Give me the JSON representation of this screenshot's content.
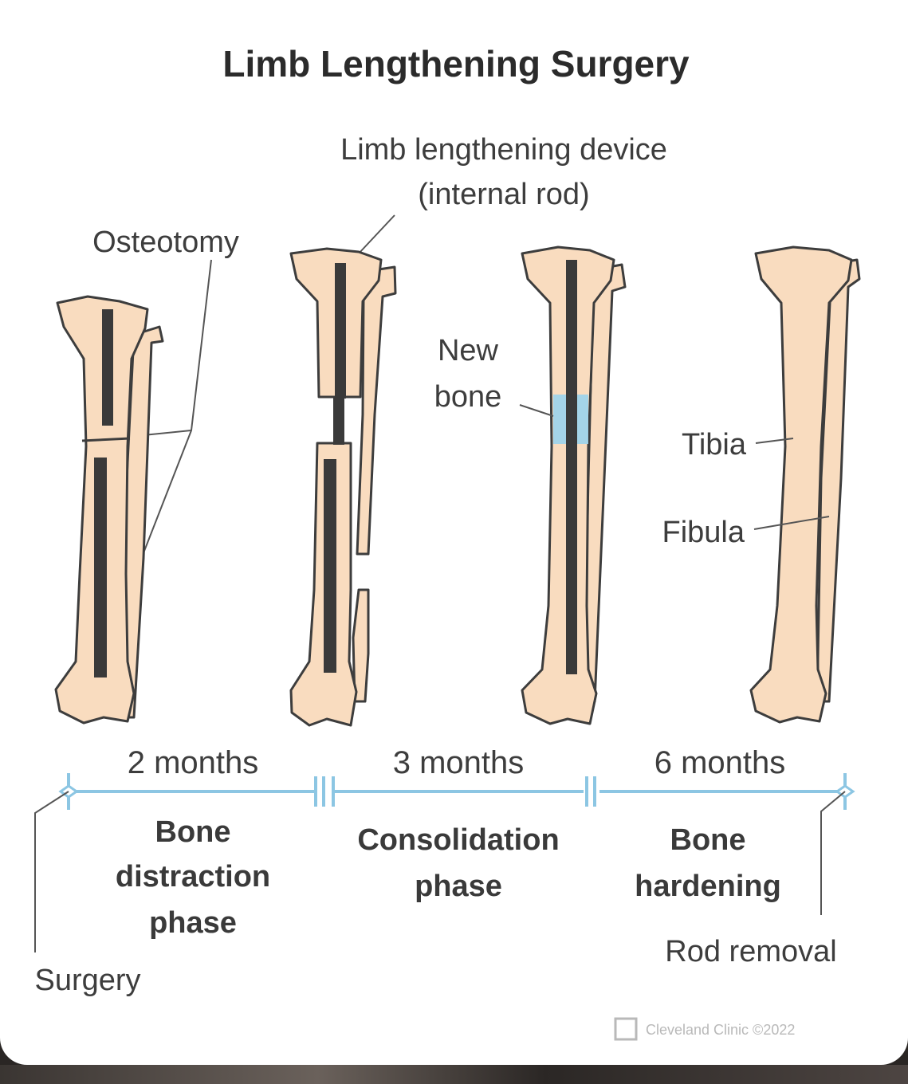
{
  "title": "Limb Lengthening Surgery",
  "labels": {
    "device_line1": "Limb lengthening device",
    "device_line2": "(internal rod)",
    "osteotomy": "Osteotomy",
    "new_bone_line1": "New",
    "new_bone_line2": "bone",
    "tibia": "Tibia",
    "fibula": "Fibula"
  },
  "timeline": {
    "durations": [
      "2 months",
      "3 months",
      "6 months"
    ],
    "phases": [
      [
        "Bone",
        "distraction",
        "phase"
      ],
      [
        "Consolidation",
        "phase"
      ],
      [
        "Bone",
        "hardening"
      ]
    ],
    "start_label": "Surgery",
    "end_label": "Rod removal"
  },
  "credit": "Cleveland Clinic ©2022",
  "colors": {
    "bone": "#f9dcbf",
    "outline": "#3d3d3d",
    "rod": "#3a3a3a",
    "new_bone": "#9fd3ea",
    "timeline": "#8cc6e3"
  }
}
